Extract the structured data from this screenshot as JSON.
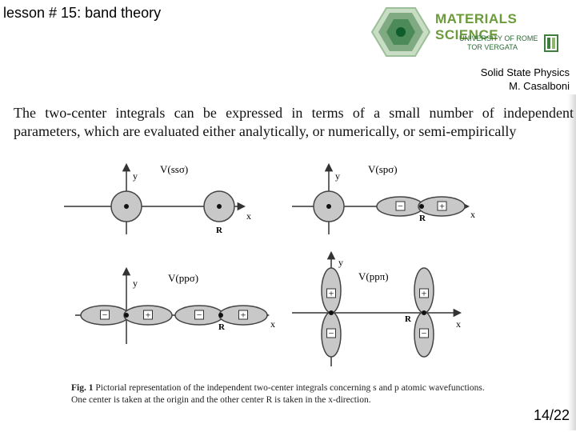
{
  "slide": {
    "title": "lesson # 15: band theory",
    "course_line1": "Solid State Physics",
    "course_line2": "M. Casalboni",
    "page": "14/22"
  },
  "logo": {
    "name": "MATERIALS SCIENCE",
    "university_line1": "UNIVERSITY OF ROME",
    "university_line2": "TOR VERGATA"
  },
  "body": {
    "intro": "The two-center integrals can be expressed in terms of a small number of independent parameters, which are evaluated either analytically, or numerically, or semi-empirically"
  },
  "figure": {
    "panel_ss": {
      "label": "V(ssσ)",
      "y_axis": "y",
      "x_axis": "x",
      "center": "R"
    },
    "panel_sp": {
      "label": "V(spσ)",
      "y_axis": "y",
      "x_axis": "x",
      "center": "R",
      "lobes": [
        "−",
        "+"
      ]
    },
    "panel_pps": {
      "label": "V(ppσ)",
      "y_axis": "y",
      "x_axis": "x",
      "center": "R",
      "lobes": [
        "−",
        "+",
        "−",
        "+"
      ]
    },
    "panel_ppp": {
      "label": "V(ppπ)",
      "y_axis": "y",
      "x_axis": "x",
      "center": "R",
      "lobes": [
        "+",
        "−",
        "+",
        "−"
      ]
    },
    "caption_fig": "Fig. 1",
    "caption_text": "Pictorial representation of the independent two-center integrals concerning s and p atomic wavefunctions. One center is taken at the origin and the other center R is taken in the x-direction."
  }
}
